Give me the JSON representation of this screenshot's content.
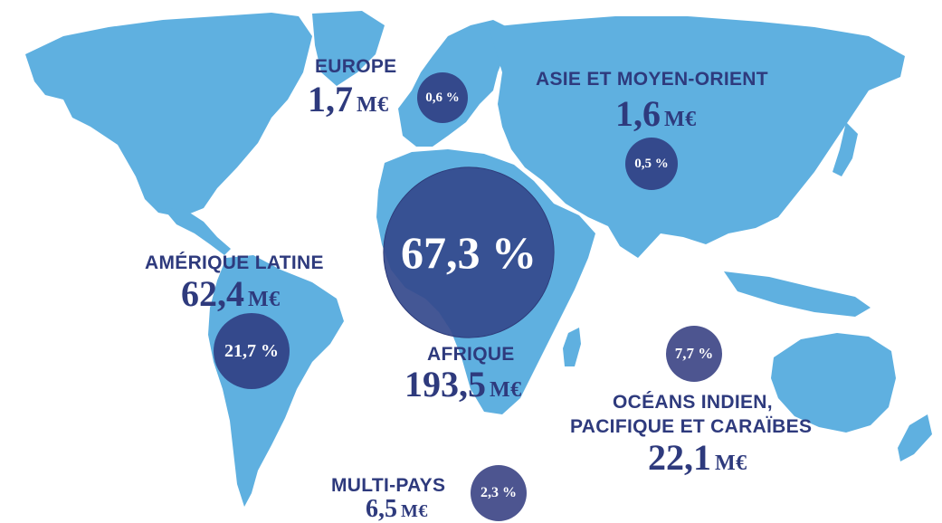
{
  "colors": {
    "land": "#5fb0e0",
    "label": "#2e3a7d",
    "bubble_dark": "#34498c",
    "bubble_grey": "#4d5590",
    "background": "#ffffff"
  },
  "regions": {
    "europe": {
      "name": "EUROPE",
      "amount_value": "1,7",
      "amount_unit": "M€",
      "share": "0,6 %"
    },
    "asie": {
      "name": "ASIE ET MOYEN-ORIENT",
      "amount_value": "1,6",
      "amount_unit": "M€",
      "share": "0,5 %"
    },
    "afrique": {
      "name": "AFRIQUE",
      "amount_value": "193,5",
      "amount_unit": "M€",
      "share": "67,3 %"
    },
    "amerique": {
      "name": "AMÉRIQUE LATINE",
      "amount_value": "62,4",
      "amount_unit": "M€",
      "share": "21,7 %"
    },
    "oceans": {
      "name_line1": "OCÉANS INDIEN,",
      "name_line2": "PACIFIQUE ET CARAÏBES",
      "amount_value": "22,1",
      "amount_unit": "M€",
      "share": "7,7 %"
    },
    "multi": {
      "name": "MULTI-PAYS",
      "amount_value": "6,5",
      "amount_unit": "M€",
      "share": "2,3 %"
    }
  }
}
